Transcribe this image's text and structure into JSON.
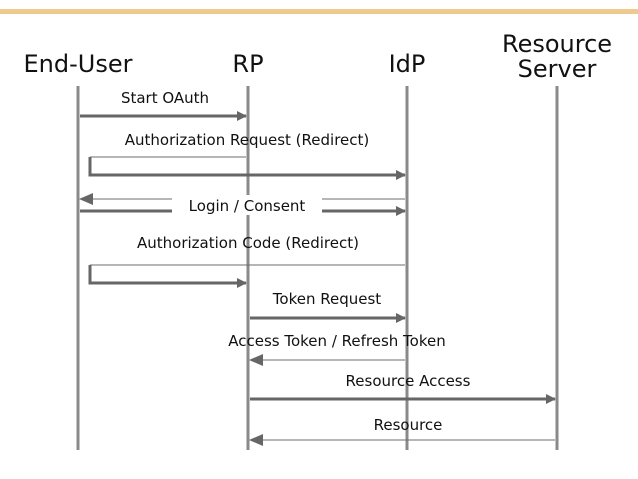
{
  "diagram": {
    "colors": {
      "top_rule": "#f0c98e",
      "lifeline": "#8a8a8a",
      "arrow_thick": "#666666",
      "arrow_thin": "#6e6e6e",
      "text": "#111111"
    },
    "actors": {
      "end_user": "End-User",
      "rp": "RP",
      "idp": "IdP",
      "resource_server_line1": "Resource",
      "resource_server_line2": "Server"
    },
    "messages": {
      "start_oauth": "Start OAuth",
      "authorization_request": "Authorization Request (Redirect)",
      "login_consent": "Login / Consent",
      "authorization_code": "Authorization Code (Redirect)",
      "token_request": "Token Request",
      "access_refresh_token": "Access Token / Refresh Token",
      "resource_access": "Resource Access",
      "resource": "Resource"
    }
  }
}
